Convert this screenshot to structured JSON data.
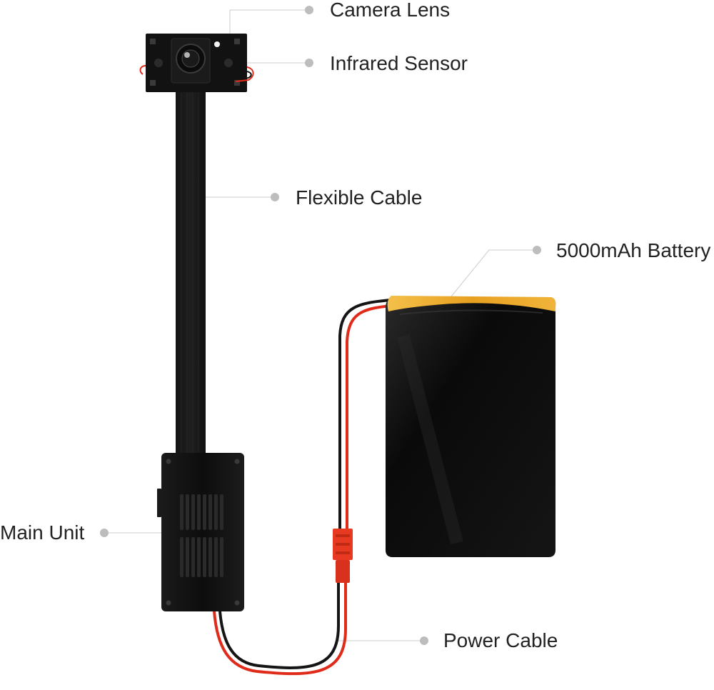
{
  "labels": {
    "camera_lens": "Camera Lens",
    "infrared_sensor": "Infrared Sensor",
    "flexible_cable": "Flexible Cable",
    "battery": "5000mAh Battery",
    "main_unit": "Main Unit",
    "power_cable": "Power Cable"
  },
  "colors": {
    "device_black": "#111111",
    "battery_tape": "#e8a020",
    "wire_red": "#e02a1a",
    "wire_black": "#151515",
    "connector_red": "#e83a22",
    "callout_line": "#cccccc",
    "callout_dot": "#bdbdbd",
    "label_text": "#222222"
  }
}
